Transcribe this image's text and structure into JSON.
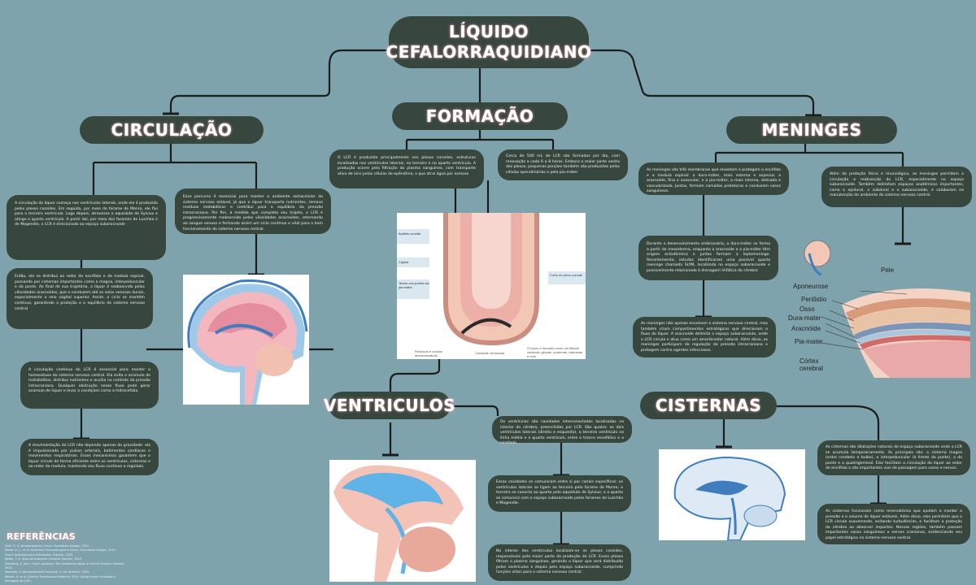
{
  "title": {
    "line1": "LÍQUIDO",
    "line2": "CEFALORRAQUIDIANO"
  },
  "sections": {
    "circulacao": "CIRCULAÇÃO",
    "formacao": "FORMAÇÃO",
    "meninges": "MENINGES",
    "ventriculos": "VENTRICULOS",
    "cisternas": "CISTERNAS"
  },
  "circulacao": {
    "box1": "A circulação do líquor começa nos ventrículos laterais, onde ele é produzido pelos plexos coroides. Em seguida, por meio do forame de Monro, ele flui para o terceiro ventrículo. Logo depois, atravessa o aqueduto de Sylvius e atinge o quarto ventrículo. A partir daí, por meio dos forames de Luschka e de Magendie, o LCR é direcionado ao espaço subaracnoide",
    "box2": "Esse percurso é essencial para manter o ambiente extracelular do sistema nervoso estável, já que o líquor transporta nutrientes, remove resíduos metabólicos e contribui para o equilíbrio da pressão intracraniana. Por fim, à medida que completa seu trajeto, o LCR é progressivamente reabsorvido pelas vilosidades aracnoides, retornando ao sangue venoso e fechando assim um ciclo contínuo e vital para o bom funcionamento do sistema nervoso central.",
    "box3": "Então, ele se distribui ao redor do encéfalo e da medula espinal, passando por cisternas importantes como a magna, interpeduncular e da ponte. Ao final de sua trajetória, o líquor é reabsorvido pelas vilosidades aracnoides, que o conduzem até os seios venosos durais, especialmente o seio sagital superior. Assim, o ciclo se mantém contínuo, garantindo a proteção e o equilíbrio do sistema nervoso central",
    "box4": "A circulação contínua do LCR é essencial para manter a homeostase do sistema nervoso central. Ela evita o acúmulo de metabólitos, distribui nutrientes e auxilia no controle da pressão intracraniana. Qualquer obstrução nesse fluxo pode gerar acúmulo de líquor e levar a condições como a hidrocefalia.",
    "box5": "A movimentação do LCR não depende apenas da gravidade: ela é impulsionada por pulsos arteriais, batimentos cardíacos e movimentos respiratórios. Esses mecanismos garantem que o líquor circule de forma eficiente entre os ventrículos, cisternas e ao redor da medula, mantendo seu fluxo contínuo e regulado."
  },
  "formacao": {
    "box1": "O LCR é produzido principalmente nos plexos coroides, estruturas localizadas nos ventrículos laterais, no terceiro e no quarto ventrículo. A produção ocorre pela filtração do plasma sanguíneo, com transporte ativo de íons pelas células do epêndima, o que atrai água por osmose",
    "box2": "Cerca de 500 mL de LCR são formados por dia, com renovação a cada 6 a 8 horas. Embora a maior parte venha dos plexos, pequenas porções também são produzidas pelas células ependimárias e pela pia-máter",
    "diagram_labels": {
      "epitelio": "Epitélio coroide",
      "capilar": "Capilar",
      "tecido": "Tecido con-juntivo da pia-máter",
      "curta": "Curta do plexo coroide",
      "residuo": "Resíduos e solutos desnecessários",
      "cavidade": "Cavidade ventricular",
      "liquor": "O líquor é formado como um filtrado contendo glicose, proteínas, vitaminas e íons"
    }
  },
  "meninges": {
    "box1": "As meninges são três membranas que revestem e protegem o encéfalo e a medula espinal: a dura-máter, mais externa e espessa; a aracnoide, fina e avascular; e a pia-máter, a mais interna, delicada e vascularizada. Juntas, formam camadas protetoras e conduzem vasos sanguíneos.",
    "box2": "Além da proteção física e imunológica, as meninges permitem a circulação e reabsorção do LCR, especialmente no espaço subaracnoide. Também delimitam espaços anatômicos importantes, como o epidural, o subdural e o subaracnoide, e colaboram na manutenção do ambiente do sistema nervoso central.",
    "box3": "Durante o desenvolvimento embrionário, a dura-máter se forma a partir do mesoderma, enquanto a aracnoide e a pia-máter têm origem ectodérmica e juntas formam a leptomeninge. Recentemente, estudos identificaram uma possível quarta meninge chamada SLYM, localizada no espaço subaracnoide e possivelmente relacionada à drenagem linfática do cérebro",
    "box4": "As meninges não apenas envolvem o sistema nervoso central, mas também criam compartimentos estratégicos que direcionam o fluxo do líquor. A aracnoide delimita o espaço subaracnoide, onde o LCR circula e atua como um amortecedor natural. Além disso, as meninges participam da regulação da pressão intracraniana e protegem contra agentes infecciosos.",
    "layers": [
      "Pele",
      "Aponeurose",
      "Periôstio",
      "Osso",
      "Dura-mater",
      "Aracnóide",
      "Pia-mater",
      "Córtex cerebral"
    ]
  },
  "ventriculos": {
    "box1": "Os ventrículos são cavidades interconectadas localizadas no interior do cérebro, preenchidas por LCR. São quatro: os dois ventrículos laterais (direito e esquerdo), o terceiro ventrículo na linha média e o quarto ventrículo, entre o tronco encefálico e o cerebelo.",
    "box2": "Essas cavidades se comunicam entre si por canais específicos: os ventrículos laterais se ligam ao terceiro pelo forame de Monro; o terceiro se conecta ao quarto pelo aqueduto de Sylvius; e o quarto se comunica com o espaço subaracnoide pelos forames de Luschka e Magendie.",
    "box3": "No interior dos ventrículos localizam-se os plexos coroides, responsáveis pela maior parte da produção do LCR. Esses plexos filtram o plasma sanguíneo, gerando o líquor que será distribuído pelos ventrículos e depois pelo espaço subaracnoide, cumprindo funções vitais para o sistema nervoso central"
  },
  "cisternas": {
    "box1": "As cisternas são dilatações naturais do espaço subaracnoide onde o LCR se acumula temporariamente. As principais são: a cisterna magna (entre cerebelo e bulbo), a interpeduncular (à frente da ponte), a da ponte e a quadrigeminal. Elas facilitam a circulação do líquor ao redor do encéfalo e são importantes vias de passagem para vasos e nervos.",
    "box2": "As cisternas funcionam como reservatórios que ajudam a manter a pressão e o volume do líquor estáveis. Além disso, elas permitem que o LCR circule suavemente, evitando turbulências, e facilitam a proteção do cérebro ao absorver impactos. Nessas regiões, também passam importantes vasos sanguíneos e nervos cranianos, evidenciando seu papel estratégico no sistema nervoso central."
  },
  "references": {
    "title": "REFERÊNCIAS",
    "items": [
      "Snell, R. S. Neuroanatomia Clínica. Guanabara Koogan, 2011.",
      "Moore, K. L., et al. Anatomia Orientada para a Clínica. Guanabara Koogan, 2019.",
      "Gray's Anatomia para Estudantes. Elsevier, 2020.",
      "Netter, F. H. Atlas de Anatomia Humana. Elsevier, 2019.",
      "Standring, S. (ed.). Gray's Anatomy: The Anatomical Basis of Clinical Practice. Elsevier, 2020.",
      "Machado, A. Neuroanatomia Funcional. 3. ed. Atheneu, 2014.",
      "Mestre, H. et al. Science Translational Medicine, 2023. (Artigo sobre circulação e drenagem do LCR)."
    ]
  },
  "colors": {
    "background": "#7fa3ac",
    "box": "#37473e",
    "text": "#f0f0f0"
  }
}
